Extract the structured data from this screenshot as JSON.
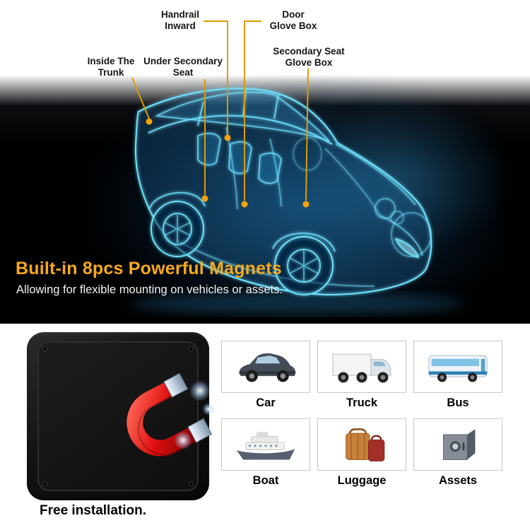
{
  "hero": {
    "headline": "Built-in 8pcs Powerful Magnets",
    "subheadline": "Allowing for flexible mounting on vehicles or assets.",
    "accent_color": "#F2A20C",
    "line_color": "#DD9A06",
    "headline_color": "#F7A81E",
    "car_glow_color": "#6FE3FF",
    "callouts": [
      {
        "line1": "Handrail",
        "line2": "Inward"
      },
      {
        "line1": "Door",
        "line2": "Glove Box"
      },
      {
        "line1": "Inside The",
        "line2": "Trunk"
      },
      {
        "line1": "Under Secondary",
        "line2": "Seat"
      },
      {
        "line1": "Secondary Seat",
        "line2": "Glove Box"
      }
    ]
  },
  "product": {
    "caption": "Free installation.",
    "magnet_color": "#E01010"
  },
  "mount_targets": {
    "items": [
      {
        "label": "Car",
        "icon": "suv-icon"
      },
      {
        "label": "Truck",
        "icon": "truck-icon"
      },
      {
        "label": "Bus",
        "icon": "bus-icon"
      },
      {
        "label": "Boat",
        "icon": "boat-icon"
      },
      {
        "label": "Luggage",
        "icon": "luggage-icon"
      },
      {
        "label": "Assets",
        "icon": "safe-icon"
      }
    ]
  }
}
